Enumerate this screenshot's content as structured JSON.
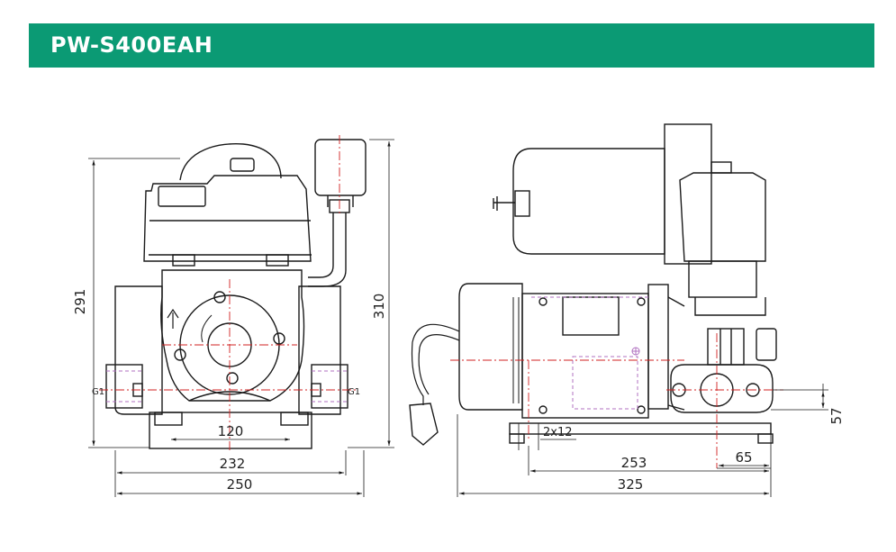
{
  "header": {
    "title": "PW-S400EAH"
  },
  "front_view": {
    "dims": {
      "height_left": "291",
      "height_right": "310",
      "base_inner": "120",
      "width_232": "232",
      "width_250": "250",
      "port_left": "G1",
      "port_right": "G1"
    }
  },
  "side_view": {
    "dims": {
      "bolt_spec": "2x12",
      "width_253": "253",
      "width_65": "65",
      "width_325": "325",
      "height_57": "57"
    }
  },
  "colors": {
    "banner": "#0b9a74",
    "center_line": "#d02020",
    "hidden_line": "#b070c0",
    "outline": "#1a1a1a"
  }
}
